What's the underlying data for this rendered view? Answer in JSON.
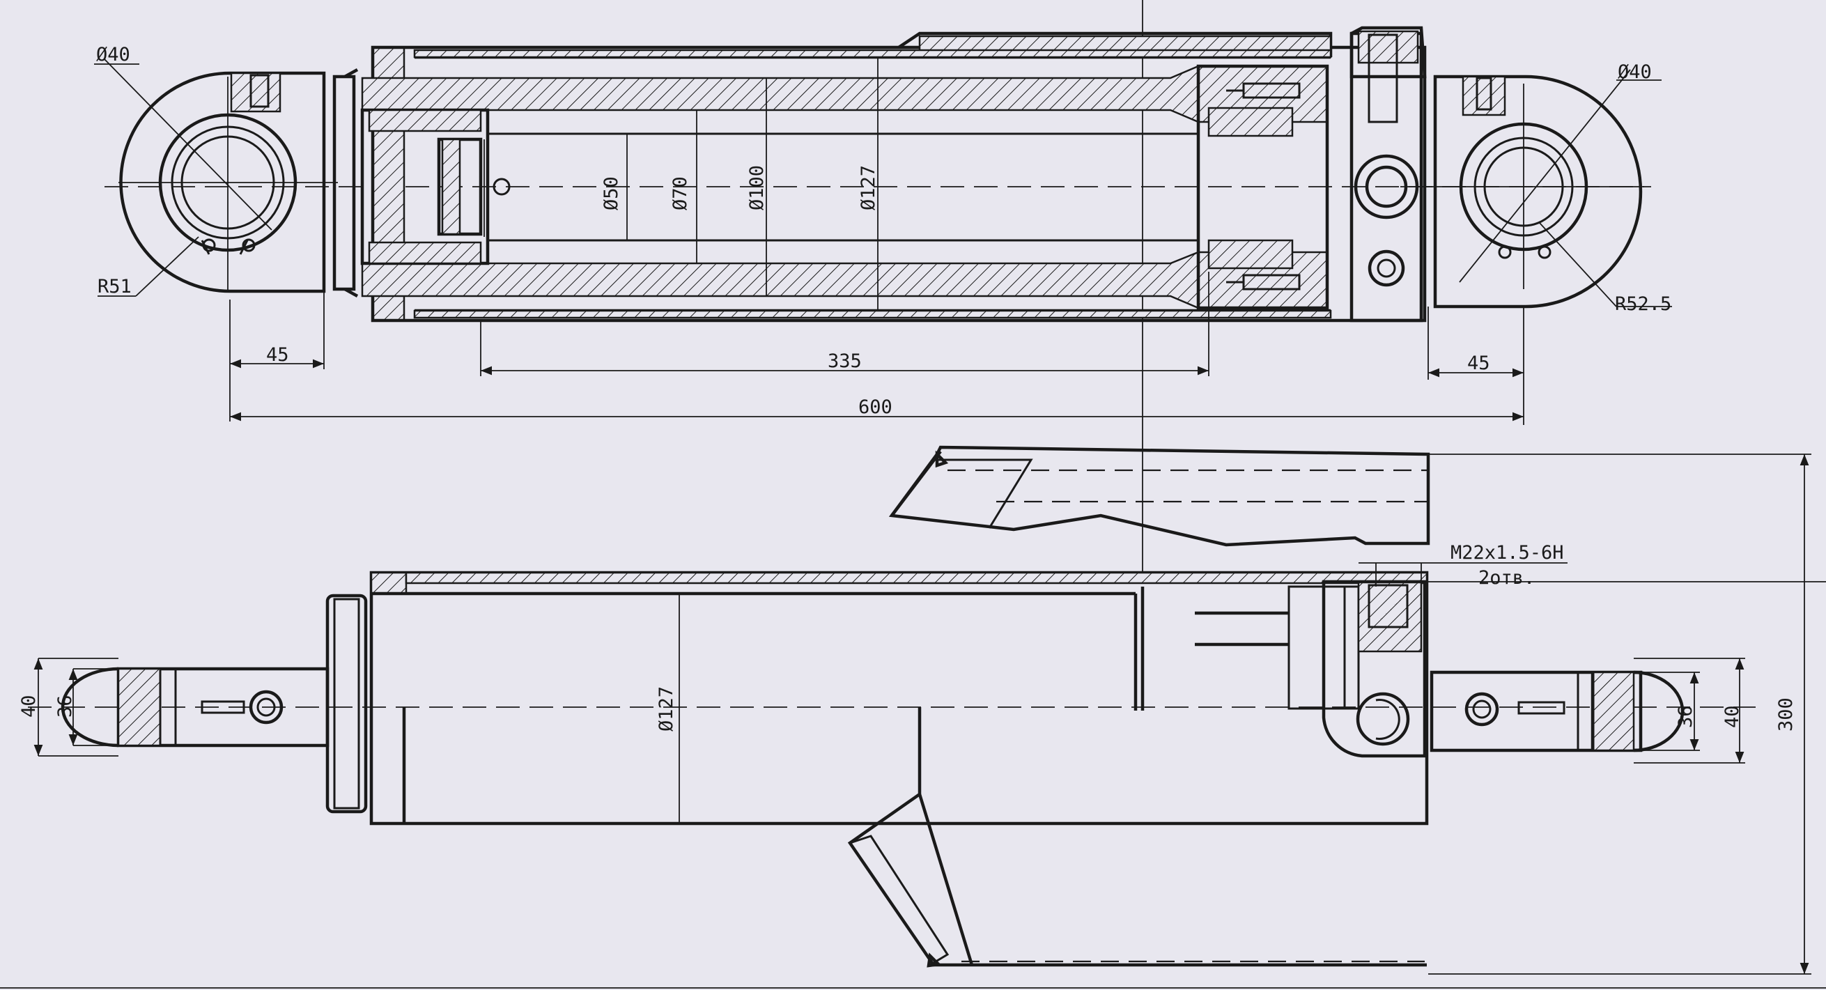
{
  "top_view": {
    "left_eye_diameter": "Ø40",
    "left_eye_radius": "R51",
    "right_eye_diameter": "Ø40",
    "right_eye_radius": "R52.5",
    "dia_rod": "Ø50",
    "dia_bore_70": "Ø70",
    "dia_bore_100": "Ø100",
    "dia_outer": "Ø127",
    "dim_left_eye": "45",
    "dim_stroke": "335",
    "dim_right_eye": "45",
    "dim_overall": "600"
  },
  "bottom_view": {
    "dia_body": "Ø127",
    "thread_spec": "M22x1.5-6H",
    "thread_note": "2отв.",
    "left_pin_outer": "40",
    "left_pin_inner": "36",
    "right_pin_inner": "36",
    "right_pin_outer": "40",
    "dim_height": "300"
  }
}
